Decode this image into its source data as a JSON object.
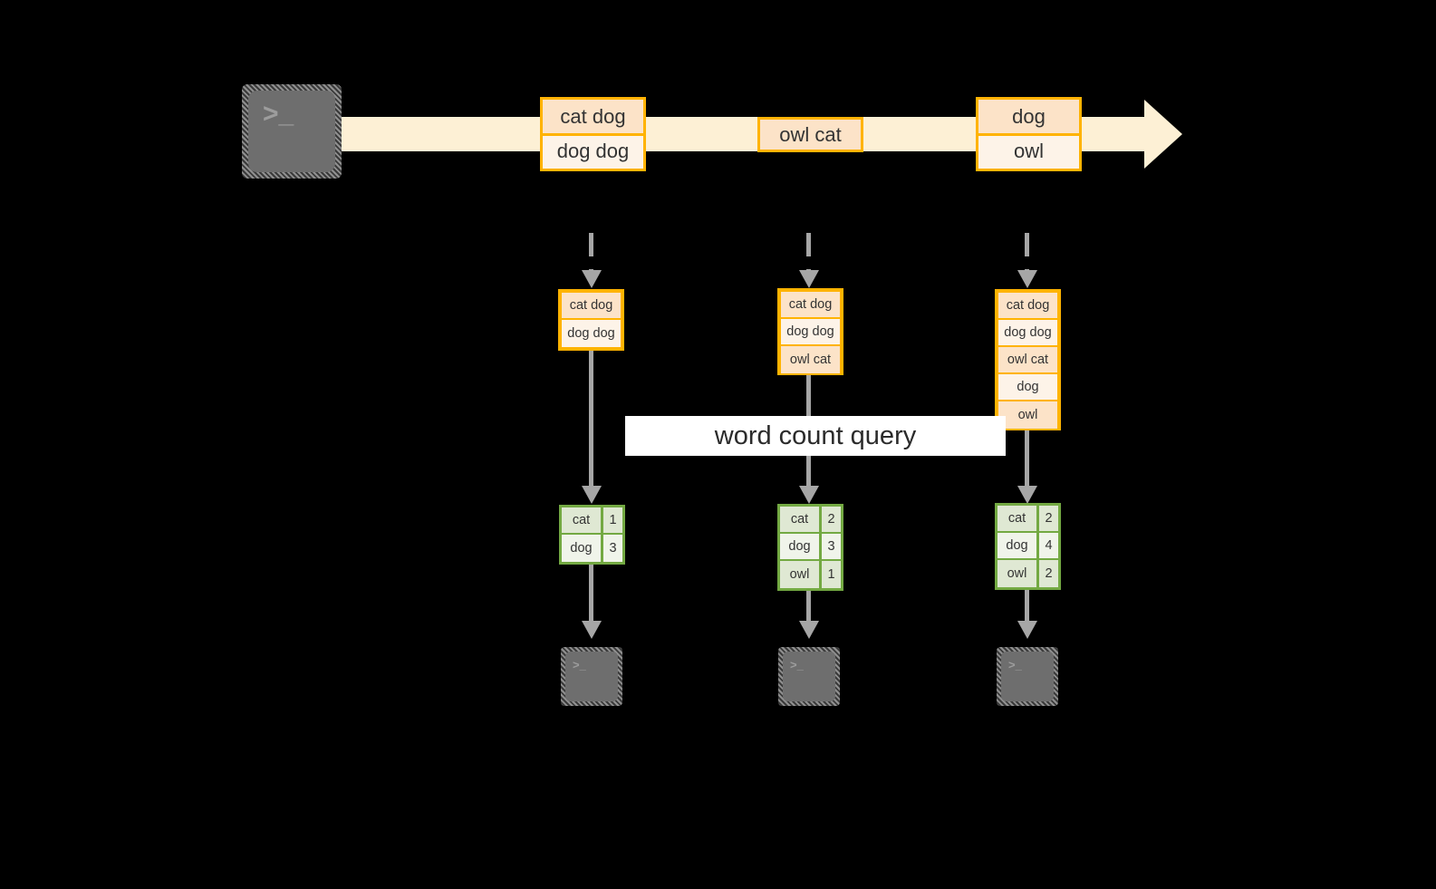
{
  "diagram": {
    "title_label": "word count query",
    "colors": {
      "stream_fill": "#fdf0d5",
      "event_border": "#ffb300",
      "event_fill_shade": "#fce3c8",
      "event_fill_plain": "#fdf3e8",
      "table_border": "#73a942",
      "table_fill_shade": "#dfe8d3",
      "table_fill_plain": "#f0f4ea",
      "connector": "#a6a6a6",
      "terminal_fill": "#6e6e6e",
      "background": "#000000",
      "label_bg": "#ffffff"
    },
    "terminals": {
      "producer_glyph": ">_",
      "consumer_glyph": ">_"
    },
    "stream": {
      "events": [
        {
          "lines": [
            "cat dog",
            "dog dog"
          ]
        },
        {
          "lines": [
            "owl cat"
          ]
        },
        {
          "lines": [
            "dog",
            "owl"
          ]
        }
      ]
    },
    "snapshots": [
      {
        "lines": [
          "cat dog",
          "dog dog"
        ]
      },
      {
        "lines": [
          "cat dog",
          "dog dog",
          "owl cat"
        ]
      },
      {
        "lines": [
          "cat dog",
          "dog dog",
          "owl cat",
          "dog",
          "owl"
        ]
      }
    ],
    "results": [
      {
        "rows": [
          {
            "word": "cat",
            "count": "1"
          },
          {
            "word": "dog",
            "count": "3"
          }
        ]
      },
      {
        "rows": [
          {
            "word": "cat",
            "count": "2"
          },
          {
            "word": "dog",
            "count": "3"
          },
          {
            "word": "owl",
            "count": "1"
          }
        ]
      },
      {
        "rows": [
          {
            "word": "cat",
            "count": "2"
          },
          {
            "word": "dog",
            "count": "4"
          },
          {
            "word": "owl",
            "count": "2"
          }
        ]
      }
    ]
  }
}
